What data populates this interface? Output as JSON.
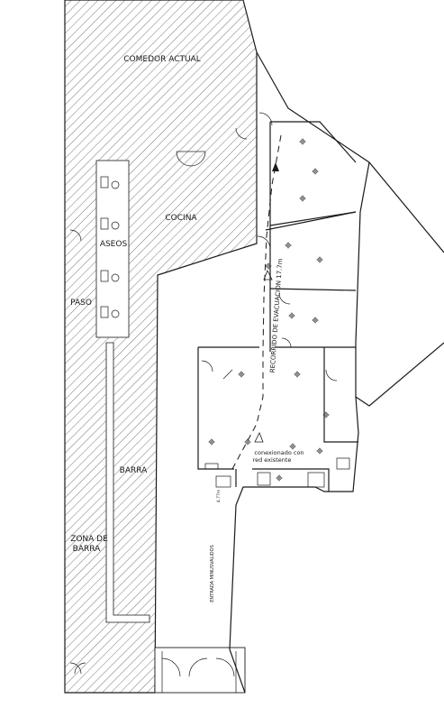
{
  "labels": {
    "comedor": "COMEDOR ACTUAL",
    "cocina": "COCINA",
    "aseos": "ASEOS",
    "paso": "PASO",
    "barra": "BARRA",
    "zona_line1": "ZONA DE",
    "zona_line2": "BARRA",
    "recorrido": "RECORRIDO DE EVACUACION 17.7m",
    "conexion_line1": "conexionado con",
    "conexion_line2": "red existente",
    "entrada": "ENTRADA MINUSVALIDOS",
    "small_tag": "4.77m"
  },
  "colors": {
    "line": "#1a1a1a",
    "hatch": "#555555",
    "background": "#ffffff"
  }
}
